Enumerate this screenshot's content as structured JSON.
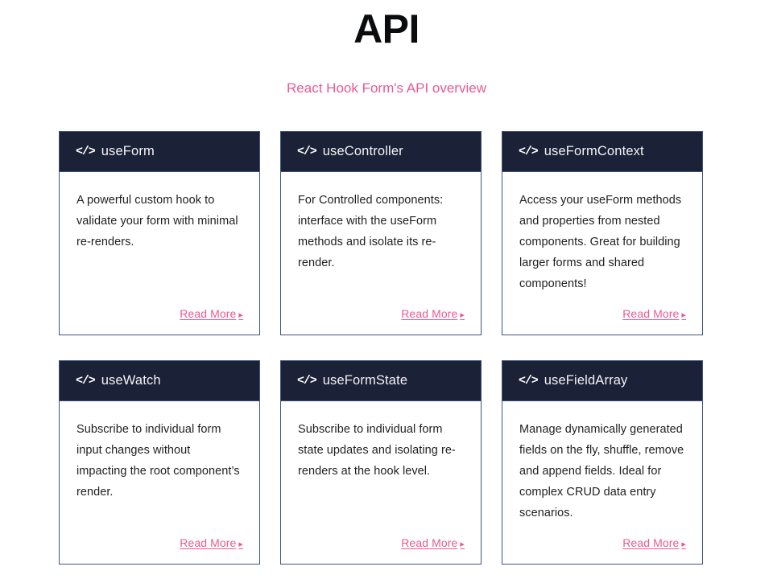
{
  "header": {
    "title": "API",
    "subtitle": "React Hook Form's API overview"
  },
  "theme": {
    "accent": "#ec5990",
    "header_bg": "#1b2136",
    "card_border": "#3e5282",
    "title_color": "#0b0c0e",
    "body_text": "#1f1f1f"
  },
  "cards": [
    {
      "icon": "code-tag-icon",
      "icon_glyph": "</>",
      "title": "useForm",
      "description": "A powerful custom hook to validate your form with minimal re-renders.",
      "read_more": "Read More",
      "arrow": "▸"
    },
    {
      "icon": "code-tag-icon",
      "icon_glyph": "</>",
      "title": "useController",
      "description": "For Controlled components: interface with the useForm methods and isolate its re-render.",
      "read_more": "Read More",
      "arrow": "▸"
    },
    {
      "icon": "code-tag-icon",
      "icon_glyph": "</>",
      "title": "useFormContext",
      "description": "Access your useForm methods and properties from nested components. Great for building larger forms and shared components!",
      "read_more": "Read More",
      "arrow": "▸"
    },
    {
      "icon": "code-tag-icon",
      "icon_glyph": "</>",
      "title": "useWatch",
      "description": "Subscribe to individual form input changes without impacting the root component’s render.",
      "read_more": "Read More",
      "arrow": "▸"
    },
    {
      "icon": "code-tag-icon",
      "icon_glyph": "</>",
      "title": "useFormState",
      "description": "Subscribe to individual form state updates and isolating re-renders at the hook level.",
      "read_more": "Read More",
      "arrow": "▸"
    },
    {
      "icon": "code-tag-icon",
      "icon_glyph": "</>",
      "title": "useFieldArray",
      "description": "Manage dynamically generated fields on the fly, shuffle, remove and append fields. Ideal for complex CRUD data entry scenarios.",
      "read_more": "Read More",
      "arrow": "▸"
    }
  ]
}
